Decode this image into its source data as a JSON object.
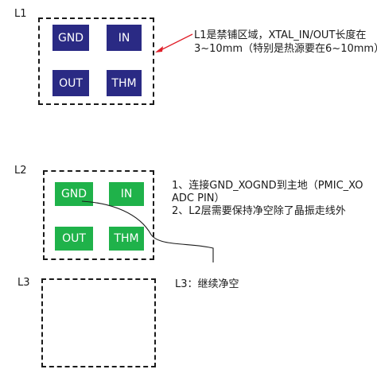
{
  "layers": {
    "l1": {
      "label": "L1",
      "pads": {
        "gnd": "GND",
        "in": "IN",
        "out": "OUT",
        "thm": "THM"
      },
      "note": {
        "line1": "L1是禁铺区域，XTAL_IN/OUT长度在",
        "line2": "3~10mm（特别是热源要在6~10mm）"
      }
    },
    "l2": {
      "label": "L2",
      "pads": {
        "gnd": "GND",
        "in": "IN",
        "out": "OUT",
        "thm": "THM"
      },
      "note": {
        "line1": "1、连接GND_XOGND到主地（PMIC_XO",
        "line2": "ADC PIN）",
        "line3": "2、L2层需要保持净空除了晶振走线外"
      }
    },
    "l3": {
      "label": "L3",
      "note": "L3：继续净空"
    }
  },
  "colors": {
    "pad_l1": "#2a2a84",
    "pad_l2": "#1fb24a",
    "arrow": "#e0202a",
    "trace": "#1a1a1a"
  }
}
